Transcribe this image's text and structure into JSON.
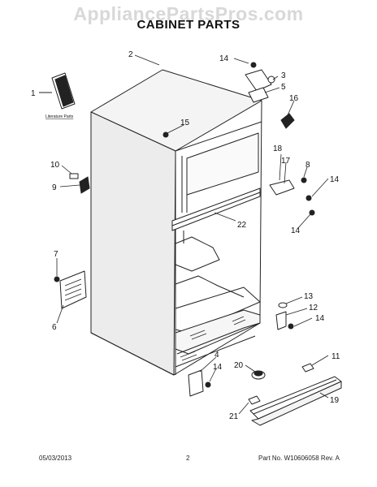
{
  "watermark": "AppliancePartsPros.com",
  "title": "CABINET PARTS",
  "literature_label": "Literature Parts",
  "callouts": {
    "c1": "1",
    "c2": "2",
    "c3": "3",
    "c4": "4",
    "c5": "5",
    "c6": "6",
    "c7": "7",
    "c8": "8",
    "c9": "9",
    "c10": "10",
    "c11": "11",
    "c12": "12",
    "c13": "13",
    "c14a": "14",
    "c14b": "14",
    "c14c": "14",
    "c14d": "14",
    "c14e": "14",
    "c15": "15",
    "c16": "16",
    "c17": "17",
    "c18": "18",
    "c19": "19",
    "c20": "20",
    "c21": "21",
    "c22": "22"
  },
  "footer": {
    "date": "05/03/2013",
    "page": "2",
    "part_no": "Part No. W10606058 Rev. A"
  }
}
